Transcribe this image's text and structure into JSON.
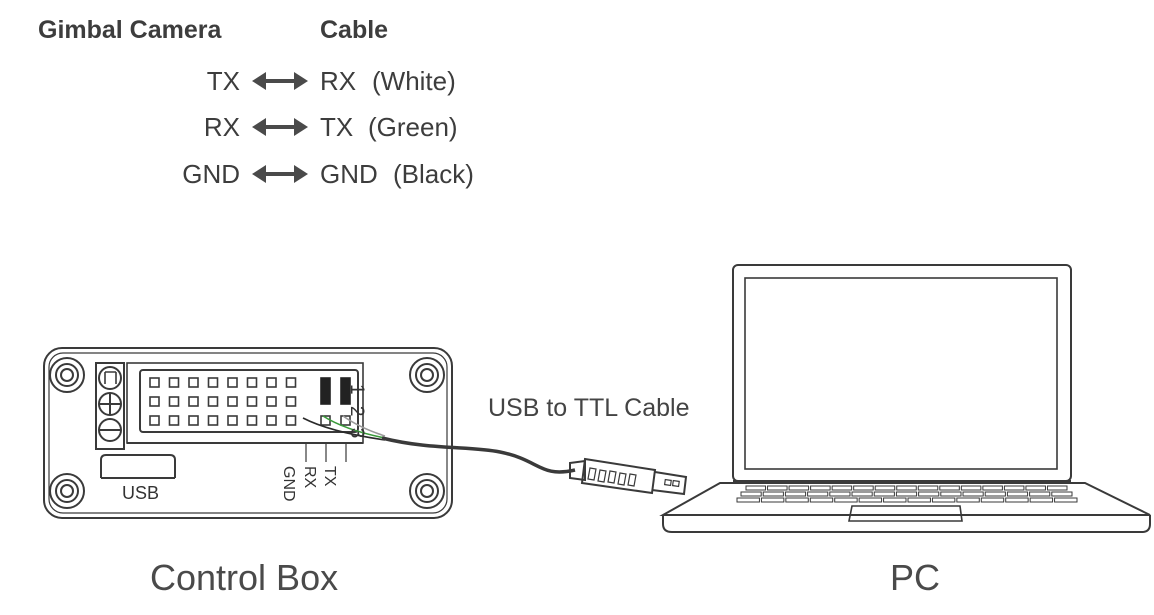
{
  "header": {
    "left": "Gimbal Camera",
    "right": "Cable"
  },
  "mapping": [
    {
      "camera": "TX",
      "cable": "RX",
      "color": "(White)"
    },
    {
      "camera": "RX",
      "cable": "TX",
      "color": "(Green)"
    },
    {
      "camera": "GND",
      "cable": "GND",
      "color": "(Black)"
    }
  ],
  "control_box": {
    "label": "Control Box",
    "usb_label": "USB",
    "pin_numbers": [
      "1",
      "2",
      "3"
    ],
    "pin_labels": [
      "GND",
      "RX",
      "TX"
    ]
  },
  "cable_label": "USB to TTL Cable",
  "pc_label": "PC",
  "colors": {
    "line": "#3a3a3a",
    "wire_white": "#d0d0d0",
    "wire_green": "#3a9a3a",
    "wire_black": "#222222"
  }
}
